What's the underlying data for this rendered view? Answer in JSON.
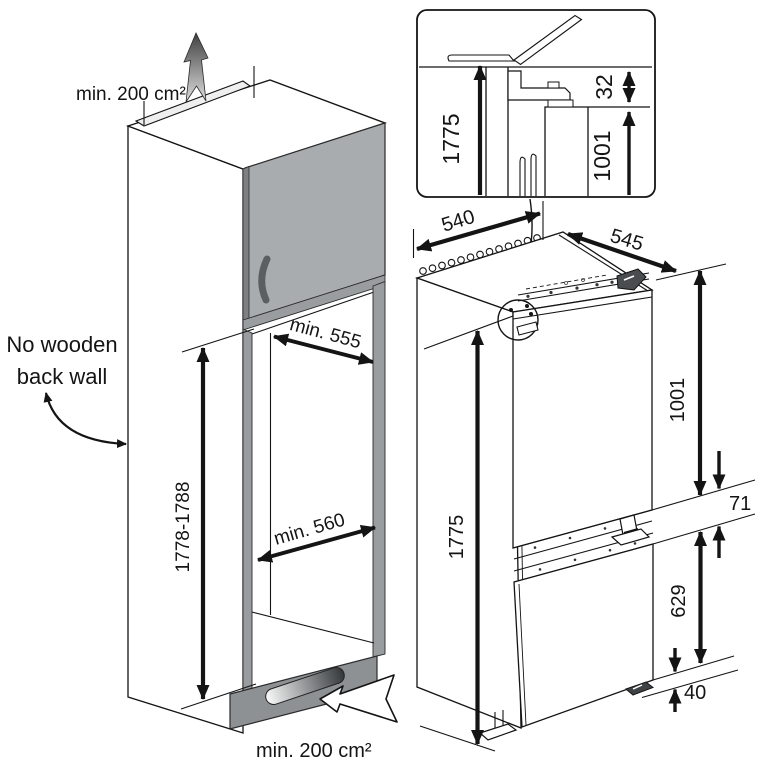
{
  "cabinet": {
    "top_vent_label": "min. 200 cm²",
    "note_line1": "No wooden",
    "note_line2": "back wall",
    "niche_width": "min. 555",
    "niche_height": "1778-1788",
    "niche_depth": "min. 560",
    "bottom_vent_label": "min. 200 cm²"
  },
  "fridge": {
    "width": "540",
    "depth": "545",
    "height": "1775",
    "upper_section_height": "1001",
    "hinge_gap": "71",
    "lower_section_height": "629",
    "plinth_clearance": "40"
  },
  "detail": {
    "height": "1775",
    "top_clearance": "32",
    "upper_section_height": "1001"
  },
  "colors": {
    "door_gray": "#a9acae",
    "frame_gray": "#9a9da0",
    "plinth_gray": "#8e9194",
    "line_black": "#141414"
  }
}
